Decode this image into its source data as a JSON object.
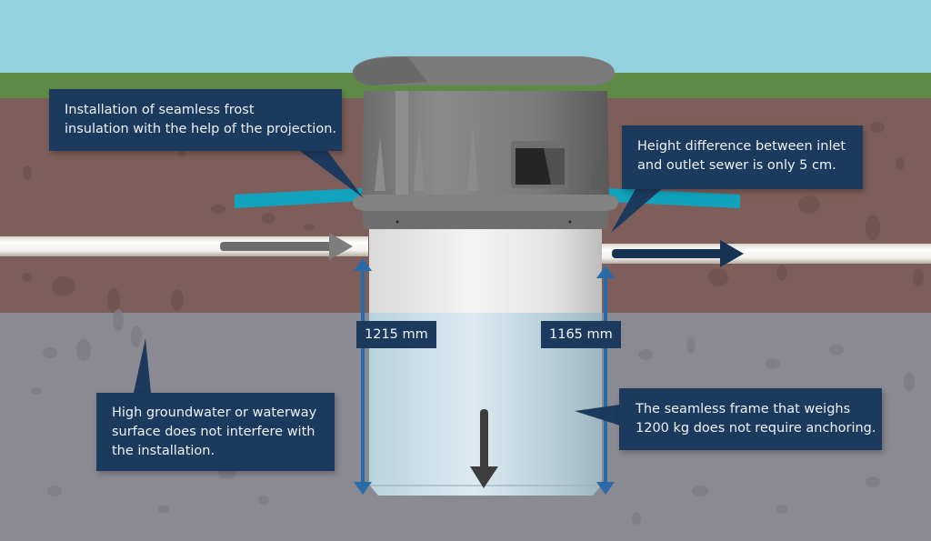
{
  "colors": {
    "sky": "#95d0df",
    "grass": "#5f8a45",
    "soil": "#7d5e5a",
    "groundwater_zone": "#8b8a92",
    "callout_bg": "#1c3a5e",
    "insulation": "#11a3bd",
    "dimension_arrow": "#2a6aa8",
    "outlet_arrow": "#173353",
    "inlet_arrow": "#6c6c6c"
  },
  "callouts": {
    "frost_insulation": "Installation of seamless frost\ninsulation with the help of the projection.",
    "height_difference": "Height difference between inlet\nand outlet sewer is only 5 cm.",
    "groundwater": "High groundwater or waterway\nsurface does not interfere with\nthe installation.",
    "frame_weight": "The seamless frame that weighs\n1200 kg does not require anchoring."
  },
  "dimensions": {
    "inlet_depth": "1215 mm",
    "outlet_depth": "1165 mm"
  },
  "icons": {
    "inlet_flow": "arrow-right-icon",
    "outlet_flow": "arrow-right-icon",
    "weight_direction": "arrow-down-icon",
    "dimension": "double-arrow-vertical-icon"
  }
}
